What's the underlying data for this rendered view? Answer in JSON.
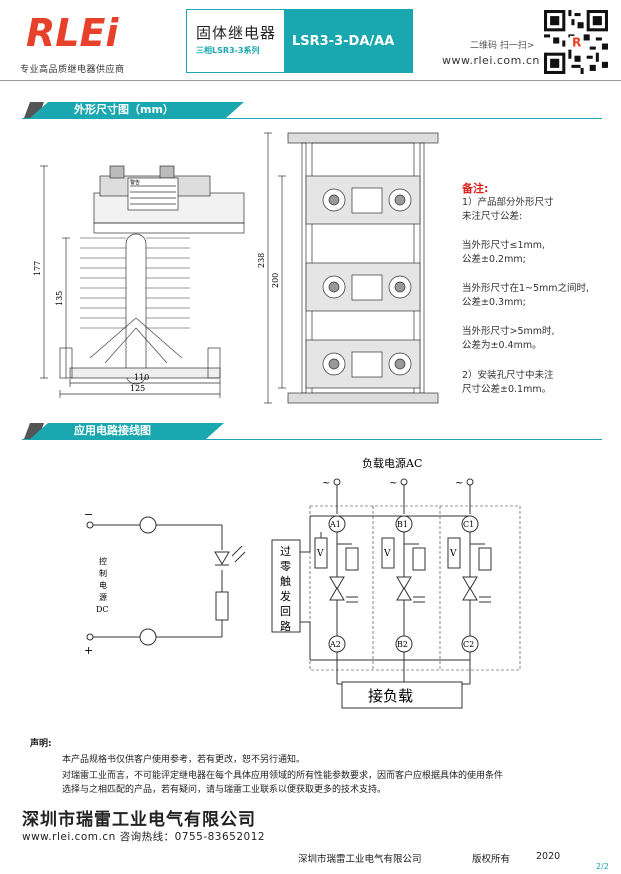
{
  "header": {
    "logo_text": "RLEi",
    "logo_tagline": "专业高品质继电器供应商",
    "product_title": "固体继电器",
    "product_series": "三相LSR3-3系列",
    "product_model": "LSR3-3-DA/AA",
    "qr_label": "二维码 扫一扫>",
    "website": "www.rlei.com.cn"
  },
  "section1": {
    "title": "外形尺寸图（mm）",
    "dims": {
      "d177": "177",
      "d135": "135",
      "d110": "110",
      "d125": "125",
      "d238": "238",
      "d200": "200"
    },
    "heatsink_label": "警告"
  },
  "notes": {
    "title": "备注:",
    "lines": [
      "1）产品部分外形尺寸",
      "未注尺寸公差:",
      "当外形尺寸≤1mm,",
      "公差±0.2mm;",
      "当外形尺寸在1~5mm之间时,",
      "公差±0.3mm;",
      "当外形尺寸>5mm时,",
      "公差为±0.4mm。",
      "2）安装孔尺寸中未注",
      "尺寸公差±0.1mm。"
    ]
  },
  "section2": {
    "title": "应用电路接线图",
    "load_supply": "负载电源AC",
    "tilde": "~",
    "minus": "−",
    "plus": "+",
    "control_label": [
      "控",
      "制",
      "电",
      "源",
      "DC"
    ],
    "trigger_label": [
      "过",
      "零",
      "触",
      "发",
      "回",
      "路"
    ],
    "terminals_top": [
      "A1",
      "B1",
      "C1"
    ],
    "terminals_bottom": [
      "A2",
      "B2",
      "C2"
    ],
    "varistor": "V",
    "load_label": "接负载"
  },
  "statement": {
    "heading": "声明:",
    "lines": [
      "本产品规格书仅供客户使用参考，若有更改，恕不另行通知。",
      "对瑞雷工业而言，不可能评定继电器在每个具体应用领域的所有性能参数要求，因而客户应根据具体的使用条件",
      "选择与之相匹配的产品，若有疑问，请与瑞雷工业联系以便获取更多的技术支持。"
    ]
  },
  "company": {
    "name": "深圳市瑞雷工业电气有限公司",
    "contact": "www.rlei.com.cn  咨询热线：0755-83652012"
  },
  "footer": {
    "company": "深圳市瑞雷工业电气有限公司",
    "rights": "版权所有",
    "year": "2020",
    "page": "2/2"
  },
  "colors": {
    "accent": "#1aa7b0",
    "brand_red": "#e8412b",
    "note_red": "#e02020"
  }
}
